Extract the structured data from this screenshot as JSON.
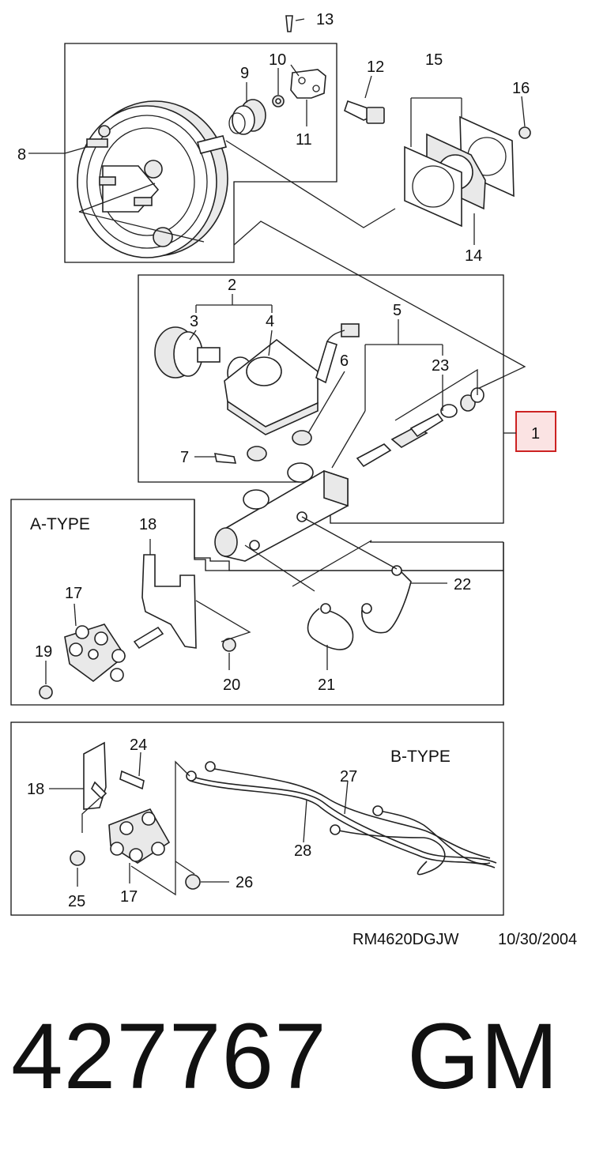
{
  "diagram": {
    "callouts": {
      "c1": "1",
      "c2": "2",
      "c3": "3",
      "c4": "4",
      "c5": "5",
      "c6": "6",
      "c7": "7",
      "c8": "8",
      "c9": "9",
      "c10": "10",
      "c11": "11",
      "c12": "12",
      "c13": "13",
      "c14": "14",
      "c15": "15",
      "c16": "16",
      "c17a": "17",
      "c17b": "17",
      "c18a": "18",
      "c18b": "18",
      "c19": "19",
      "c20": "20",
      "c21": "21",
      "c22": "22",
      "c23": "23",
      "c24": "24",
      "c25": "25",
      "c26": "26",
      "c27": "27",
      "c28": "28"
    },
    "type_a": "A-TYPE",
    "type_b": "B-TYPE",
    "reference": "RM4620DGJW",
    "date": "10/30/2004",
    "highlight_color": "#cc2222",
    "highlight_fill": "#fbe3e3"
  },
  "footer": {
    "part_number": "427767",
    "brand": "GM"
  }
}
